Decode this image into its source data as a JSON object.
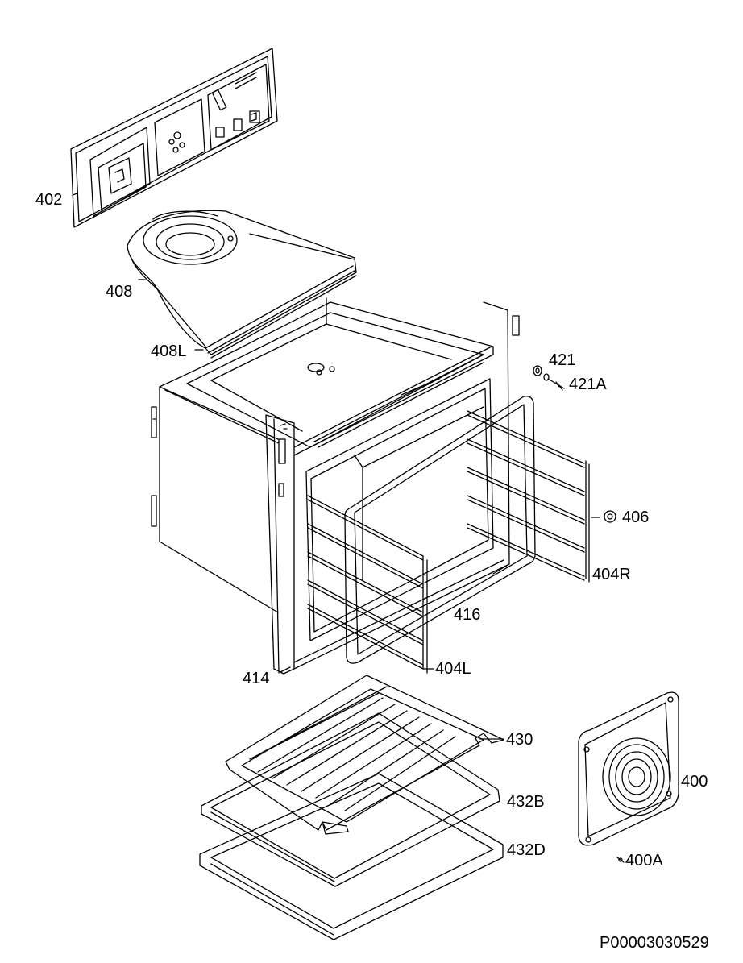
{
  "labels": {
    "p402": "402",
    "p408": "408",
    "p408L": "408L",
    "p421": "421",
    "p421A": "421A",
    "p406": "406",
    "p404R": "404R",
    "p416": "416",
    "p414": "414",
    "p404L": "404L",
    "p430": "430",
    "p432B": "432B",
    "p432D": "432D",
    "p400": "400",
    "p400A": "400A"
  },
  "document_id": "P00003030529",
  "colors": {
    "line": "#000000",
    "background": "#ffffff"
  }
}
